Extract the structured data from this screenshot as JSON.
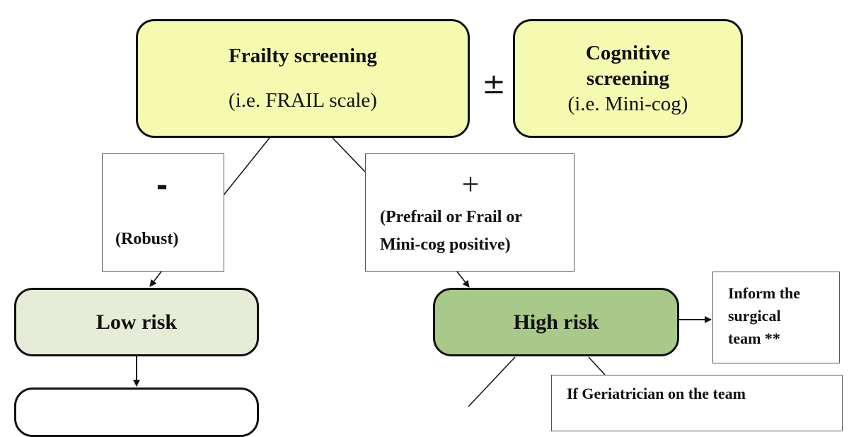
{
  "colors": {
    "screening_fill": "#f4fbb0",
    "low_risk_fill": "#e6ecd7",
    "high_risk_fill": "#a9c98a",
    "stroke": "#111111"
  },
  "frailty": {
    "title": "Frailty screening",
    "subtitle": "(i.e. FRAIL scale)"
  },
  "plus_minus": "±",
  "cognitive": {
    "title_line1": "Cognitive",
    "title_line2": "screening",
    "subtitle": "(i.e. Mini-cog)"
  },
  "negative": {
    "symbol": "-",
    "label": "(Robust)"
  },
  "positive": {
    "symbol": "+",
    "line1": "(Prefrail or Frail or",
    "line2": "Mini-cog positive)"
  },
  "low_risk": {
    "label": "Low risk"
  },
  "high_risk": {
    "label": "High risk"
  },
  "inform": {
    "line1": "Inform the",
    "line2": "surgical",
    "line3": "team **"
  },
  "geriatrician": {
    "label": "If Geriatrician on the team"
  }
}
